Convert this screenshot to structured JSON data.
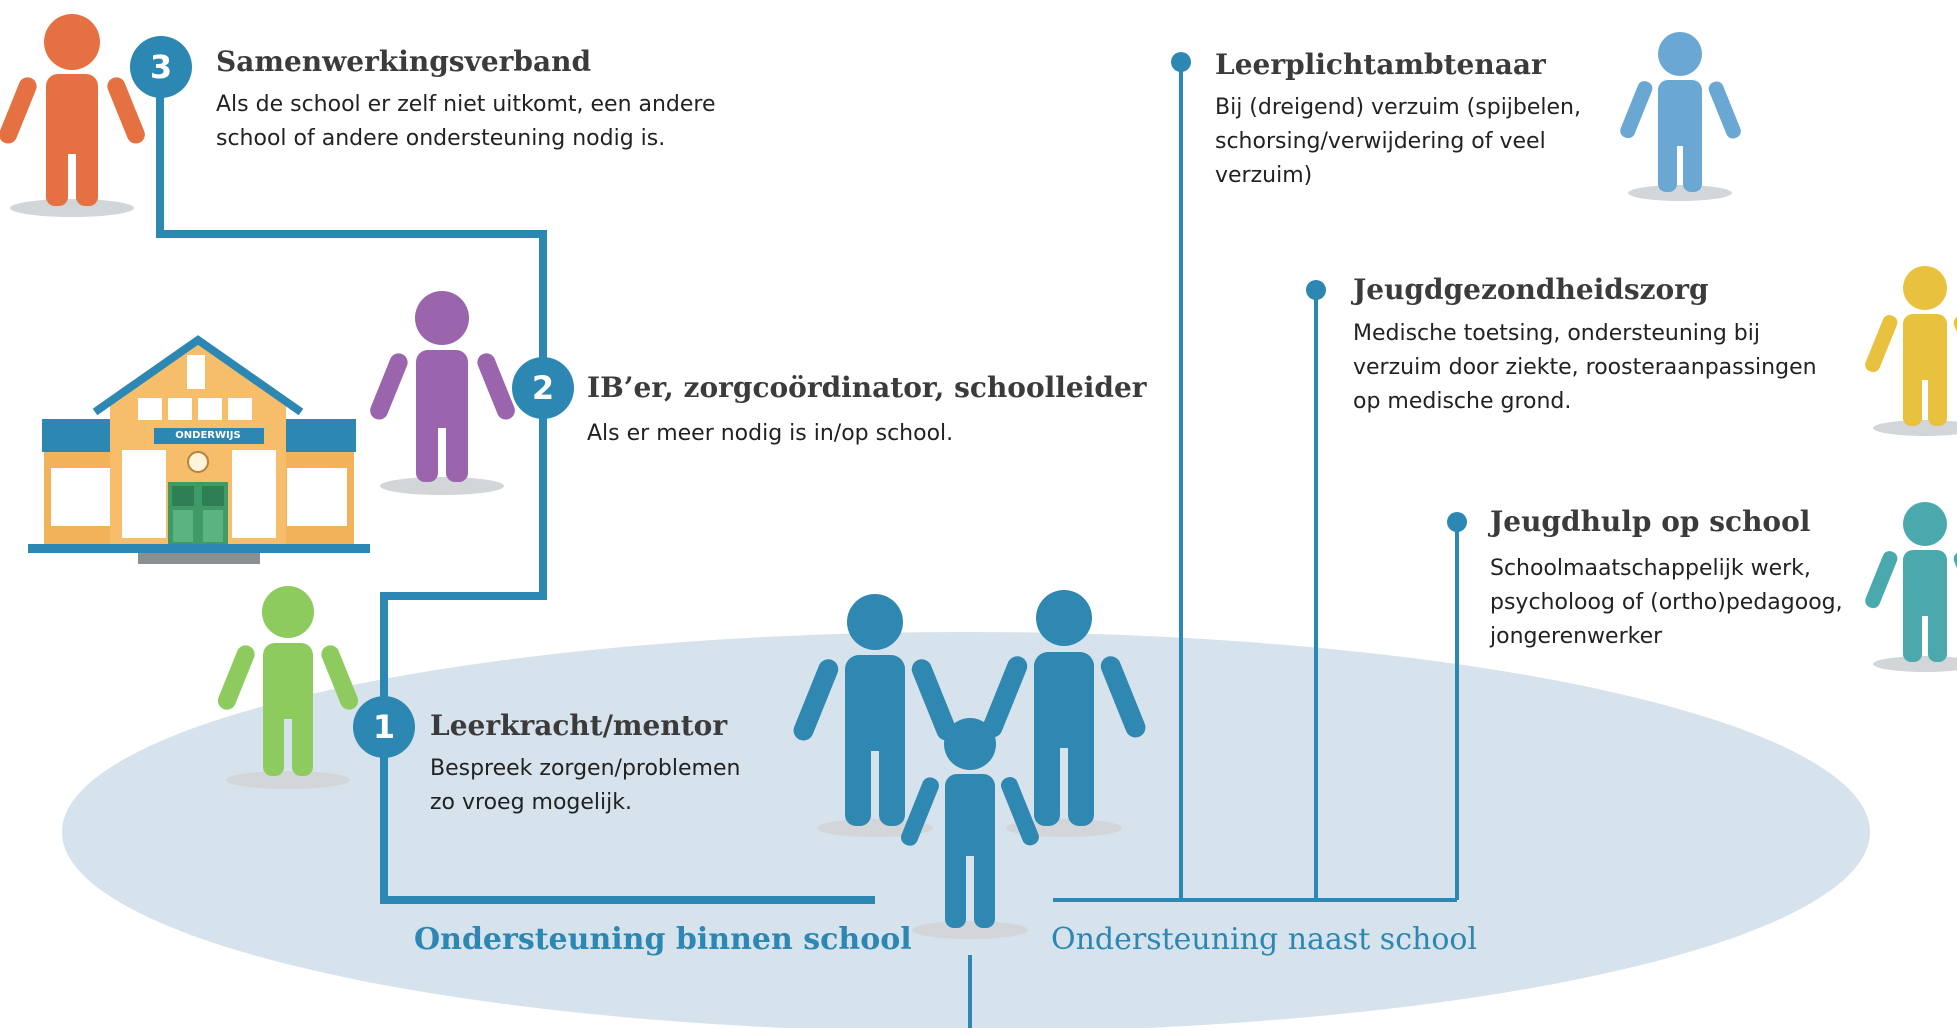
{
  "colors": {
    "blue_line": "#2d87b3",
    "ellipse": "#d6e2ec",
    "shadow": "#d3d6d8",
    "orange_person": "#e57143",
    "purple_person": "#9a65ad",
    "green_person": "#8ecb5e",
    "lightblue_person": "#6aa7d3",
    "yellow_person": "#e8c13e",
    "teal_person": "#49a9ad",
    "student_person": "#2f88b2"
  },
  "steps": [
    {
      "number": "3",
      "title": "Samenwerkingsverband",
      "lines": [
        "Als de school er zelf niet uitkomt, een andere",
        "school of andere ondersteuning nodig is."
      ]
    },
    {
      "number": "2",
      "title": "IB’er, zorgcoördinator, schoolleider",
      "lines": [
        "Als er meer nodig is in/op school."
      ]
    },
    {
      "number": "1",
      "title": "Leerkracht/mentor",
      "lines": [
        "Bespreek zorgen/problemen",
        "zo vroeg mogelijk."
      ]
    }
  ],
  "external": [
    {
      "title": "Leerplichtambtenaar",
      "lines": [
        "Bij (dreigend) verzuim (spijbelen,",
        "schorsing/verwijdering of veel",
        "verzuim)"
      ],
      "icon": "person-icon"
    },
    {
      "title": "Jeugdgezondheidszorg",
      "lines": [
        "Medische toetsing, ondersteuning bij",
        "verzuim door ziekte, roosteraanpassingen",
        "op medische grond."
      ],
      "icon": "person-icon"
    },
    {
      "title": "Jeugdhulp op school",
      "lines": [
        "Schoolmaatschappelijk werk,",
        "psycholoog of (ortho)pedagoog,",
        "jongerenwerker"
      ],
      "icon": "person-icon"
    }
  ],
  "school": {
    "sign": "ONDERWIJS",
    "icon": "school-building-icon"
  },
  "labels": {
    "inside": "Ondersteuning binnen school",
    "outside": "Ondersteuning naast school"
  }
}
